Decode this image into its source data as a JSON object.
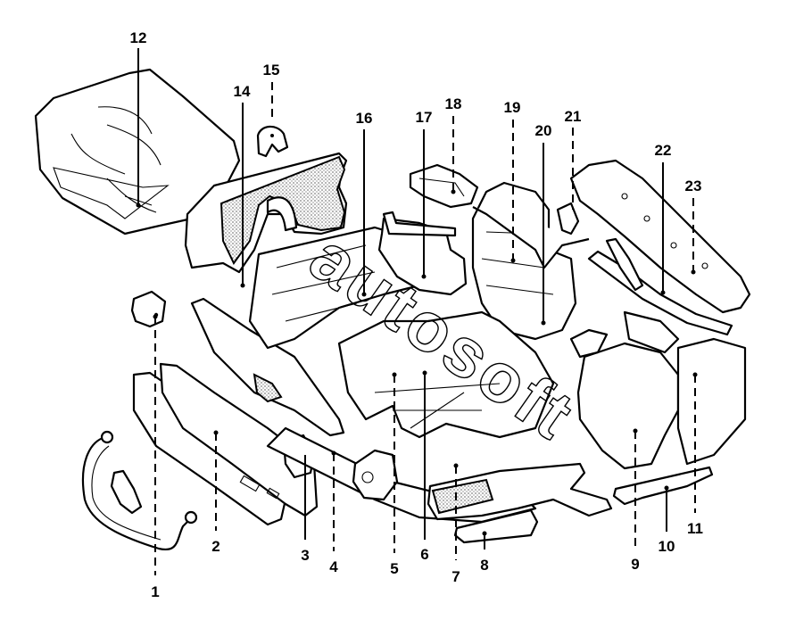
{
  "diagram": {
    "title": "Front body structure – exploded view",
    "callouts": [
      {
        "id": "1",
        "label": "1",
        "style": "dashed"
      },
      {
        "id": "2",
        "label": "2",
        "style": "dashed"
      },
      {
        "id": "3",
        "label": "3",
        "style": "solid"
      },
      {
        "id": "4",
        "label": "4",
        "style": "dashed"
      },
      {
        "id": "5",
        "label": "5",
        "style": "dashed"
      },
      {
        "id": "6",
        "label": "6",
        "style": "solid"
      },
      {
        "id": "7",
        "label": "7",
        "style": "dashed"
      },
      {
        "id": "8",
        "label": "8",
        "style": "solid"
      },
      {
        "id": "9",
        "label": "9",
        "style": "dashed"
      },
      {
        "id": "10",
        "label": "10",
        "style": "solid"
      },
      {
        "id": "11",
        "label": "11",
        "style": "dashed"
      },
      {
        "id": "12",
        "label": "12",
        "style": "solid"
      },
      {
        "id": "14",
        "label": "14",
        "style": "solid"
      },
      {
        "id": "15",
        "label": "15",
        "style": "dashed"
      },
      {
        "id": "16",
        "label": "16",
        "style": "solid"
      },
      {
        "id": "17",
        "label": "17",
        "style": "solid"
      },
      {
        "id": "18",
        "label": "18",
        "style": "dashed"
      },
      {
        "id": "19",
        "label": "19",
        "style": "dashed"
      },
      {
        "id": "20",
        "label": "20",
        "style": "solid"
      },
      {
        "id": "21",
        "label": "21",
        "style": "dashed"
      },
      {
        "id": "22",
        "label": "22",
        "style": "solid"
      },
      {
        "id": "23",
        "label": "23",
        "style": "dashed"
      }
    ],
    "watermark": "autosoft"
  }
}
